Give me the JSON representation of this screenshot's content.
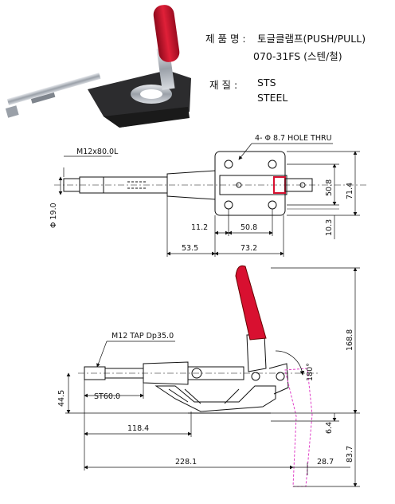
{
  "spec": {
    "product_label": "제 품 명 :",
    "product_name": "토글클램프(PUSH/PULL)",
    "model": "070-31FS (스텐/철)",
    "material_label": "재    질 :",
    "material_1": "STS",
    "material_2": "STEEL"
  },
  "top_view": {
    "thread": "M12x80.0L",
    "holes": "4- Φ 8.7 HOLE THRU",
    "dia": "Φ 19.0",
    "h_50_8": "50.8",
    "h_71_4": "71.4",
    "h_10_3": "10.3",
    "w_11_2": "11.2",
    "w_50_8": "50.8",
    "w_53_5": "53.5",
    "w_73_2": "73.2"
  },
  "side_view": {
    "tap": "M12 TAP Dp35.0",
    "stroke": "ST60.0",
    "h_44_5": "44.5",
    "w_118_4": "118.4",
    "w_228_1": "228.1",
    "w_28_7": "28.7",
    "h_168_8": "168.8",
    "h_6_4": "6.4",
    "h_83_7": "83.7",
    "angle": "180°"
  },
  "colors": {
    "handle": "#c8102e",
    "body": "#2a2a2a",
    "steel": "#b8bcc2",
    "swing": "#e040c8"
  }
}
